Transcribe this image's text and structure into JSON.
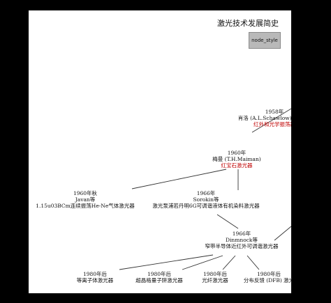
{
  "title": "激光技术发展简史",
  "legend": {
    "label": "node_style",
    "color": "#b9b9b9"
  },
  "colors": {
    "background": "#000000",
    "canvas": "#ffffff",
    "edge": "#333333",
    "highlight_text": "#c00000"
  },
  "nodes": {
    "n1958": {
      "year": "1958年",
      "who": "肖洛 (A.L.Schawlow) / 汤斯 (",
      "desc": "红外和光学振荡器"
    },
    "n1960": {
      "year": "1960年",
      "who": "梅曼 (T.H.Maiman)",
      "desc": "红宝石激光器"
    },
    "n1960q": {
      "year": "1960年秋",
      "who": "Javan等",
      "desc": "1.15u03BCm连续振荡He-Ne气体激光器"
    },
    "n1966s": {
      "year": "1966年",
      "who": "Sorokin等",
      "desc": "激光泵浦若丹明6G可调谐液体有机染料激光器"
    },
    "n1966d": {
      "year": "1966年",
      "who": "Dinmnock等",
      "desc": "窄带半导体近红外可调谐激光器"
    },
    "n1980a": {
      "year": "1980年后",
      "who": "",
      "desc": "等离子体激光器"
    },
    "n1980b": {
      "year": "1980年后",
      "who": "",
      "desc": "超晶格量子阱激光器"
    },
    "n1980c": {
      "year": "1980年后",
      "who": "",
      "desc": "光纤激光器"
    },
    "n1980d": {
      "year": "1980年后",
      "who": "",
      "desc": "分布反馈 (DFB) 激光"
    }
  }
}
